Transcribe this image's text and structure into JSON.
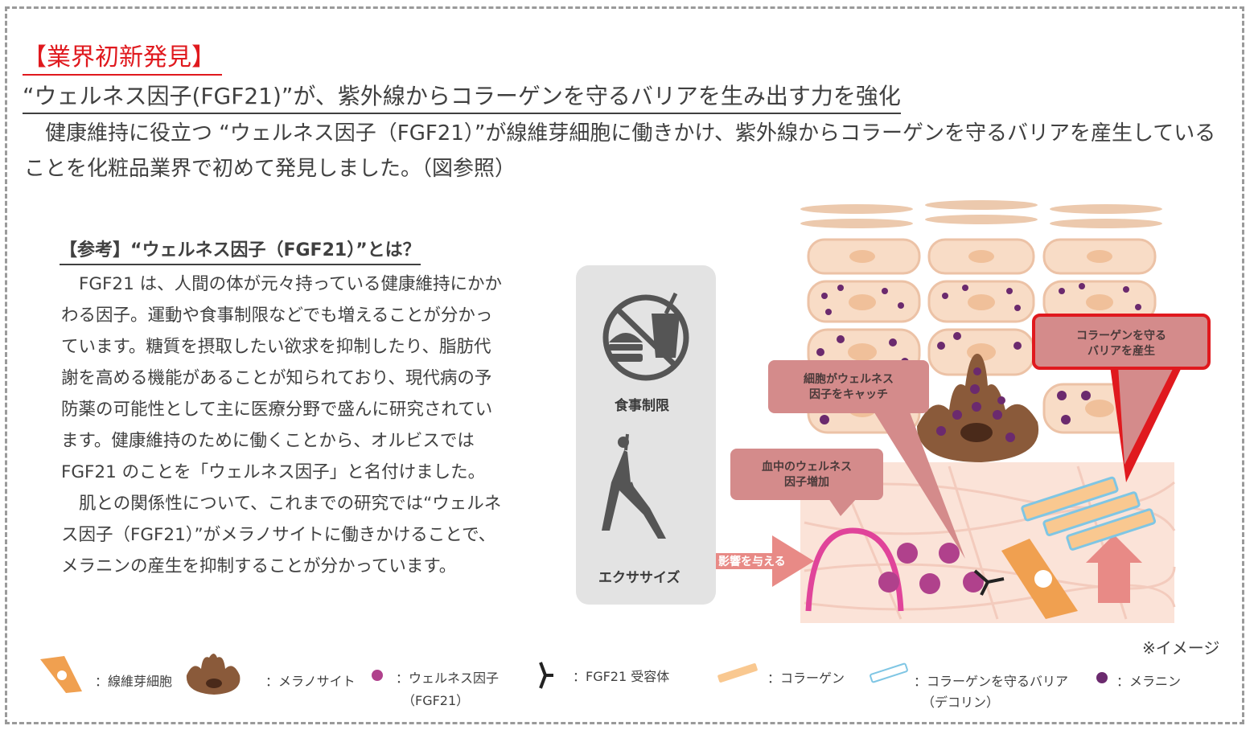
{
  "header_tag": "【業界初新発見】",
  "headline": "“ウェルネス因子(FGF21)”が、紫外線からコラーゲンを守るバリアを生み出す力を強化",
  "intro": "健康維持に役立つ “ウェルネス因子（FGF21）”が線維芽細胞に働きかけ、紫外線からコラーゲンを守るバリアを産生していることを化粧品業界で初めて発見しました。（図参照）",
  "reference": {
    "title": "【参考】“ウェルネス因子（FGF21）”とは？",
    "paragraph1": "FGF21 は、人間の体が元々持っている健康維持にかかわる因子。運動や食事制限などでも増えることが分かっています。糖質を摂取したい欲求を抑制したり、脂肪代謝を高める機能があることが知られており、現代病の予防薬の可能性として主に医療分野で盛んに研究されています。健康維持のために働くことから、オルビスでは FGF21 のことを「ウェルネス因子」と名付けました。",
    "paragraph2": "肌との関係性について、これまでの研究では“ウェルネス因子（FGF21）”がメラノサイトに働きかけることで、メラニンの産生を抑制することが分かっています。"
  },
  "diagram": {
    "diet_label": "食事制限",
    "exercise_label": "エクササイズ",
    "arrow_label": "影響を与える",
    "callout_blood": "血中のウェルネス\n因子増加",
    "callout_cell": "細胞がウェルネス\n因子をキャッチ",
    "callout_barrier": "コラーゲンを守る\nバリアを産生"
  },
  "note": "※イメージ",
  "legend": {
    "fibroblast": "：線維芽細胞",
    "melanocyte": "：メラノサイト",
    "wellness_factor": "：ウェルネス因子",
    "wellness_factor_sub": "（FGF21）",
    "receptor": "：FGF21 受容体",
    "collagen": "：コラーゲン",
    "barrier": "：コラーゲンを守るバリア",
    "barrier_sub": "（デコリン）",
    "melanin": "：メラニン"
  },
  "colors": {
    "accent_red": "#e0191e",
    "callout_pink": "#d48b8b",
    "wellness_purple": "#b0418c",
    "melanin_purple": "#6b2a6e",
    "fibroblast_orange": "#f0a050",
    "melanocyte_brown": "#8a5a3a"
  }
}
